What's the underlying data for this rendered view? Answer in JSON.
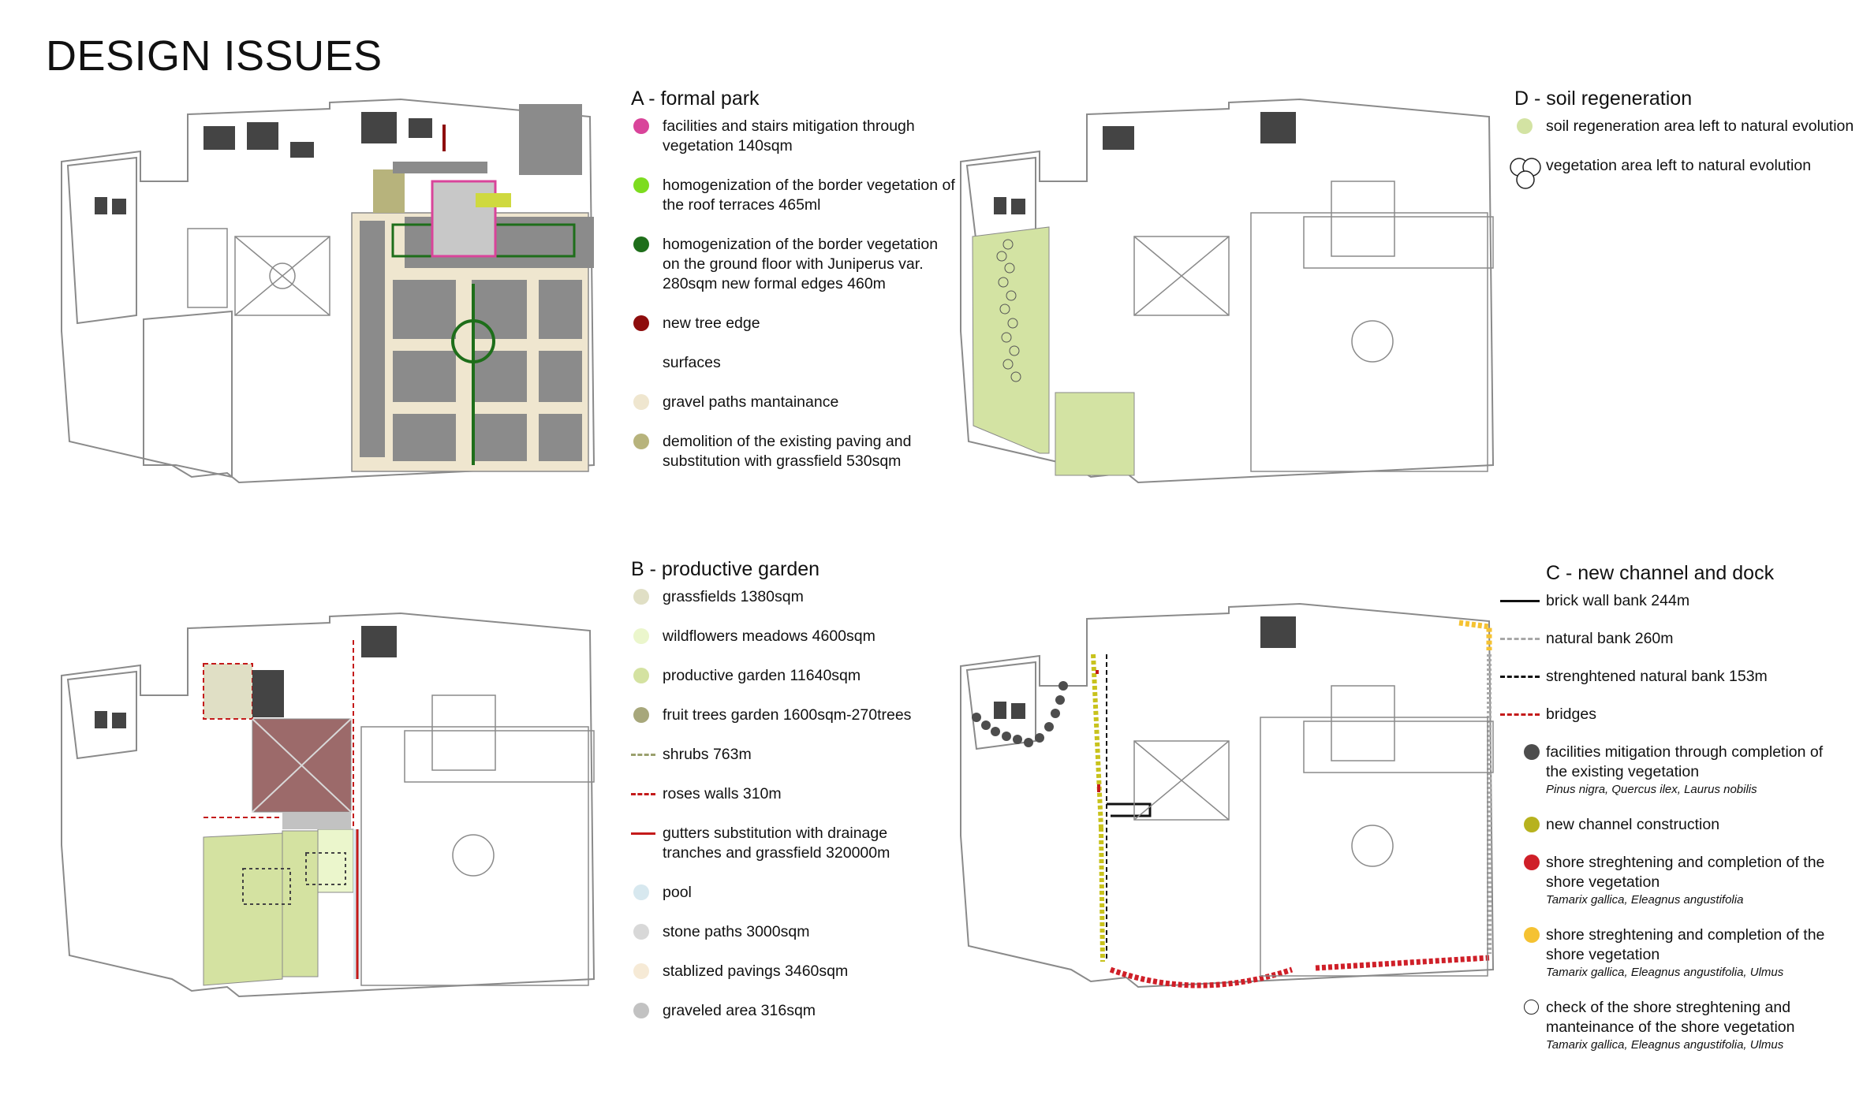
{
  "page_title": "DESIGN ISSUES",
  "panels": {
    "a": {
      "heading": "A - formal park",
      "items": [
        {
          "text": "facilities and stairs mitigation through vegetation 140sqm",
          "marker": "dot",
          "color": "#d9449a"
        },
        {
          "text": "homogenization of the border vegetation of the roof terraces 465ml",
          "marker": "dot",
          "color": "#7ddc1f"
        },
        {
          "text": "homogenization of the border vegetation on the ground floor with Juniperus var. 280sqm new formal edges 460m",
          "marker": "dot",
          "color": "#1e6e1a"
        },
        {
          "text": "new tree edge",
          "marker": "dot",
          "color": "#8e0d0d"
        },
        {
          "text": "surfaces",
          "marker": "none",
          "color": ""
        },
        {
          "text": "gravel paths mantainance",
          "marker": "dot",
          "color": "#efe6cf"
        },
        {
          "text": "demolition of the existing paving and substitution with grassfield 530sqm",
          "marker": "dot",
          "color": "#b7b37c"
        }
      ]
    },
    "d": {
      "heading": "D - soil regeneration",
      "items": [
        {
          "text": "soil regeneration area left to natural evolution",
          "marker": "dot",
          "color": "#d3e3a3"
        },
        {
          "text": "vegetation area left to natural evolution",
          "marker": "cluster",
          "color": "#ffffff"
        }
      ]
    },
    "b": {
      "heading": "B - productive garden",
      "items": [
        {
          "text": "grassfields 1380sqm",
          "marker": "dot",
          "color": "#e0dfc5"
        },
        {
          "text": "wildflowers meadows 4600sqm",
          "marker": "dot",
          "color": "#ebf6cc"
        },
        {
          "text": "productive garden 11640sqm",
          "marker": "dot",
          "color": "#d4e2a1"
        },
        {
          "text": "fruit trees garden 1600sqm-270trees",
          "marker": "dot",
          "color": "#a7a77b"
        },
        {
          "text": "shrubs 763m",
          "marker": "dashed",
          "color": "#9aa06d"
        },
        {
          "text": "roses walls 310m",
          "marker": "dashed",
          "color": "#c41a1a"
        },
        {
          "text": "gutters substitution with drainage tranches and grassfield 320000m",
          "marker": "solid",
          "color": "#c41a1a"
        },
        {
          "text": "pool",
          "marker": "dot",
          "color": "#d7e8ef"
        },
        {
          "text": "stone paths 3000sqm",
          "marker": "dot",
          "color": "#d8d8d8"
        },
        {
          "text": "stablized pavings 3460sqm",
          "marker": "dot",
          "color": "#f6ead6"
        },
        {
          "text": "graveled area 316sqm",
          "marker": "dot",
          "color": "#c2c2c2"
        }
      ]
    },
    "c": {
      "heading": "C - new channel and dock",
      "items": [
        {
          "text": "brick wall bank 244m",
          "marker": "solid",
          "color": "#111111",
          "sub": ""
        },
        {
          "text": "natural bank 260m",
          "marker": "dashed",
          "color": "#a8a8a8",
          "sub": ""
        },
        {
          "text": "strenghtened natural bank 153m",
          "marker": "dashed",
          "color": "#111111",
          "sub": ""
        },
        {
          "text": "bridges",
          "marker": "dashed",
          "color": "#c41a1a",
          "sub": ""
        },
        {
          "text": "facilities mitigation through completion of the existing vegetation",
          "marker": "dot",
          "color": "#4d4d4d",
          "sub": "Pinus nigra, Quercus ilex, Laurus nobilis"
        },
        {
          "text": "new channel construction",
          "marker": "dot",
          "color": "#b7b21e",
          "sub": ""
        },
        {
          "text": "shore streghtening and completion of the shore vegetation",
          "marker": "dot",
          "color": "#cf1f28",
          "sub": "Tamarix gallica, Eleagnus angustifolia"
        },
        {
          "text": "shore streghtening and completion of the shore vegetation",
          "marker": "dot",
          "color": "#f5c232",
          "sub": "Tamarix gallica, Eleagnus angustifolia, Ulmus"
        },
        {
          "text": "check of the shore streghtening and manteinance of the shore vegetation",
          "marker": "outline",
          "color": "#ffffff",
          "sub": "Tamarix gallica, Eleagnus angustifolia, Ulmus"
        }
      ]
    }
  },
  "colors": {
    "outline": "#8a8a8a",
    "building": "#444444",
    "formal_grey": "#8b8b8b",
    "gravel": "#efe6cf",
    "soil": "#d3e3a3",
    "productive": "#d4e2a1",
    "meadow": "#ebf6cc",
    "fruit": "#9c6a6a",
    "grass": "#e0dfc5",
    "pool": "#d7e8ef",
    "stone": "#c2c2c2",
    "red": "#c41a1a",
    "yellow_channel": "#c8c21c",
    "shore_red": "#cf1f28",
    "shore_yellow": "#f5c232"
  }
}
